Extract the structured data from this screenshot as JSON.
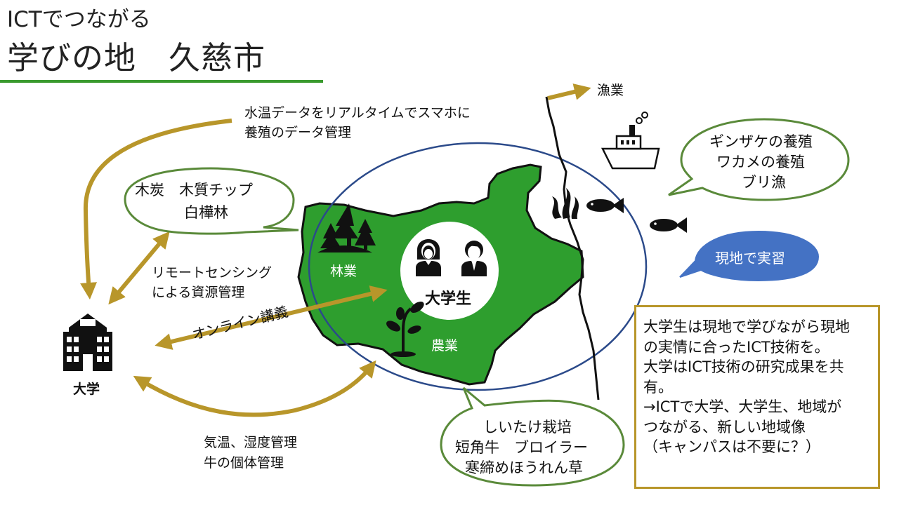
{
  "header": {
    "subtitle": "ICTでつながる",
    "title": "学びの地　久慈市"
  },
  "diagram": {
    "fishery_label": "漁業",
    "water_temp_line1": "水温データをリアルタイムでスマホに",
    "water_temp_line2": "養殖のデータ管理",
    "forest_bubble_line1": "木炭　木質チップ",
    "forest_bubble_line2": "白樺林",
    "remote_line1": "リモートセンシング",
    "remote_line2": "による資源管理",
    "forestry_label": "林業",
    "agriculture_label": "農業",
    "students_label": "大学生",
    "online_lecture": "オンライン講義",
    "university_label": "大学",
    "climate_line1": "気温、湿度管理",
    "climate_line2": "牛の個体管理",
    "agri_bubble_line1": "しいたけ栽培",
    "agri_bubble_line2": "短角牛　ブロイラー",
    "agri_bubble_line3": "寒締めほうれん草",
    "fish_bubble_line1": "ギンザケの養殖",
    "fish_bubble_line2": "ワカメの養殖",
    "fish_bubble_line3": "ブリ漁",
    "practice_bubble": "現地で実習"
  },
  "info_box": {
    "line1": "大学生は現地で学びながら現地",
    "line2": "の実情に合ったICT技術を。",
    "line3": "大学はICT技術の研究成果を共",
    "line4": "有。",
    "line5": "→ICTで大学、大学生、地域が",
    "line6": "つながる、新しい地域像",
    "line7": "（キャンパスは不要に？）"
  },
  "colors": {
    "green_land": "#2e9e2e",
    "arrow_gold": "#b8962a",
    "ellipse_blue": "#2b4a8a",
    "bubble_green_border": "#5a8a3a",
    "blue_bubble": "#4472c4",
    "title_rule": "#3a9a2e"
  },
  "icons": [
    "university-building-icon",
    "trees-icon",
    "plant-icon",
    "ship-icon",
    "seaweed-icon",
    "fish-icon",
    "student-female-icon",
    "student-male-icon"
  ]
}
